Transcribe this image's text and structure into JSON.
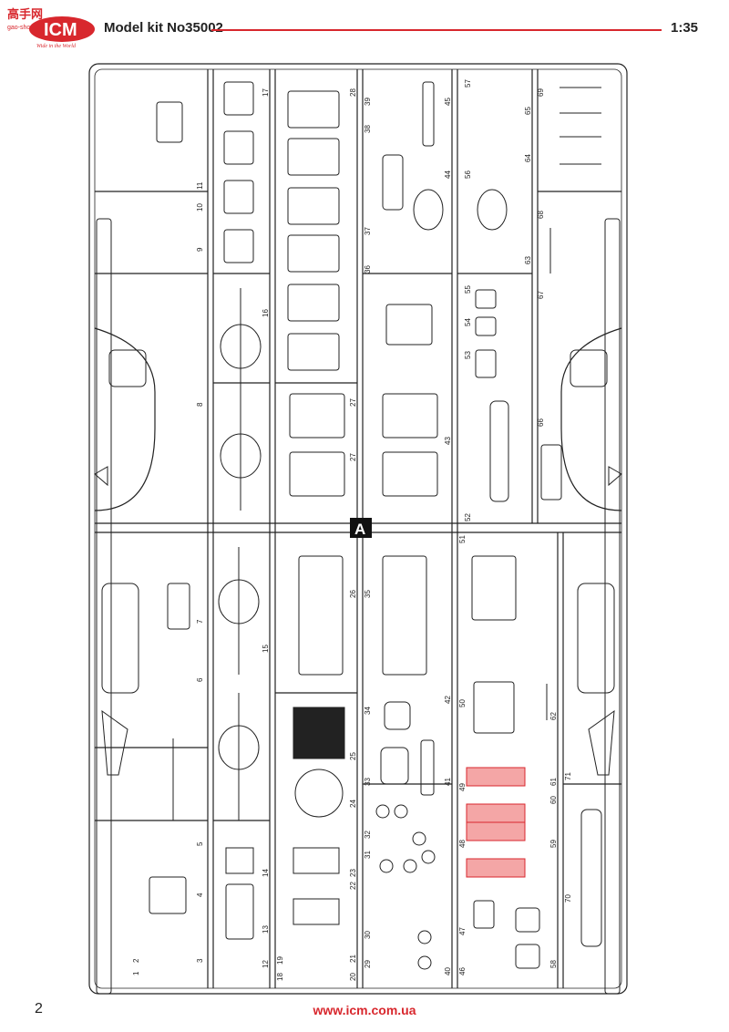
{
  "header": {
    "logo_text": "ICM",
    "logo_tagline": "Wide in the World",
    "watermark_cn": "高手网",
    "watermark_url": "gao-shou.com",
    "title": "Model kit No35002",
    "scale": "1:35"
  },
  "sprue": {
    "letter": "A",
    "part_numbers": [
      "1",
      "2",
      "3",
      "4",
      "5",
      "6",
      "7",
      "8",
      "9",
      "10",
      "11",
      "12",
      "13",
      "14",
      "15",
      "16",
      "17",
      "18",
      "19",
      "20",
      "21",
      "22",
      "23",
      "24",
      "25",
      "26",
      "27",
      "28",
      "29",
      "30",
      "31",
      "32",
      "33",
      "34",
      "35",
      "36",
      "37",
      "38",
      "39",
      "40",
      "41",
      "42",
      "43",
      "44",
      "45",
      "46",
      "47",
      "48",
      "49",
      "50",
      "51",
      "52",
      "53",
      "54",
      "55",
      "56",
      "57",
      "58",
      "59",
      "60",
      "61",
      "62",
      "63",
      "64",
      "65",
      "66",
      "67",
      "68",
      "69",
      "70",
      "71"
    ]
  },
  "footer": {
    "page_number": "2",
    "url": "www.icm.com.ua"
  },
  "colors": {
    "accent": "#d8272d",
    "highlight_parts": "#f4a6a6",
    "line": "#222222"
  }
}
